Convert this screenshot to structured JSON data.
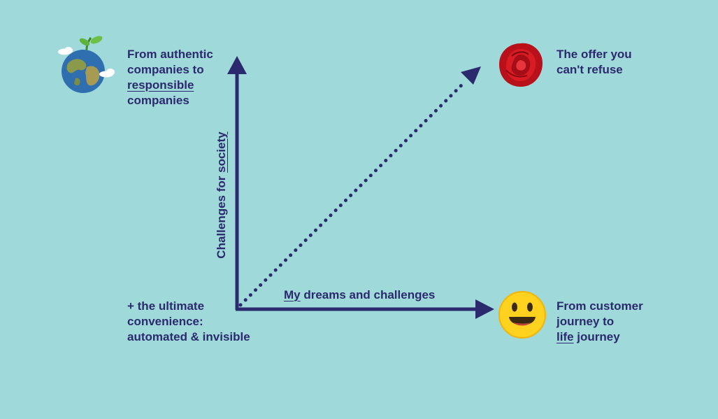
{
  "colors": {
    "background": "#a0d9da",
    "ink": "#2b2a6e",
    "rose": "#c8151b",
    "smiley": "#ffd21f",
    "earth_ocean": "#2f6fb0",
    "earth_land": "#8a9a4a"
  },
  "icons": {
    "top_left": "earth-with-sprout-icon",
    "top_right": "red-rose-icon",
    "bottom_right": "smiley-face-icon"
  },
  "quadrants": {
    "top_left": {
      "line1": "From authentic",
      "line2": "companies to",
      "line3_underlined": "responsible",
      "line4": "companies"
    },
    "top_right": {
      "line1": "The offer you",
      "line2": "can't refuse"
    },
    "bottom_left": {
      "line1": "+ the ultimate",
      "line2": "convenience:",
      "line3": "automated & invisible"
    },
    "bottom_right": {
      "line1": "From customer",
      "line2": "journey to",
      "line3_underlined": "life",
      "line3_rest": " journey"
    }
  },
  "axes": {
    "x": {
      "underlined": "My",
      "rest": " dreams and challenges"
    },
    "y": {
      "prefix": "Challenges for ",
      "underlined": "society"
    }
  }
}
